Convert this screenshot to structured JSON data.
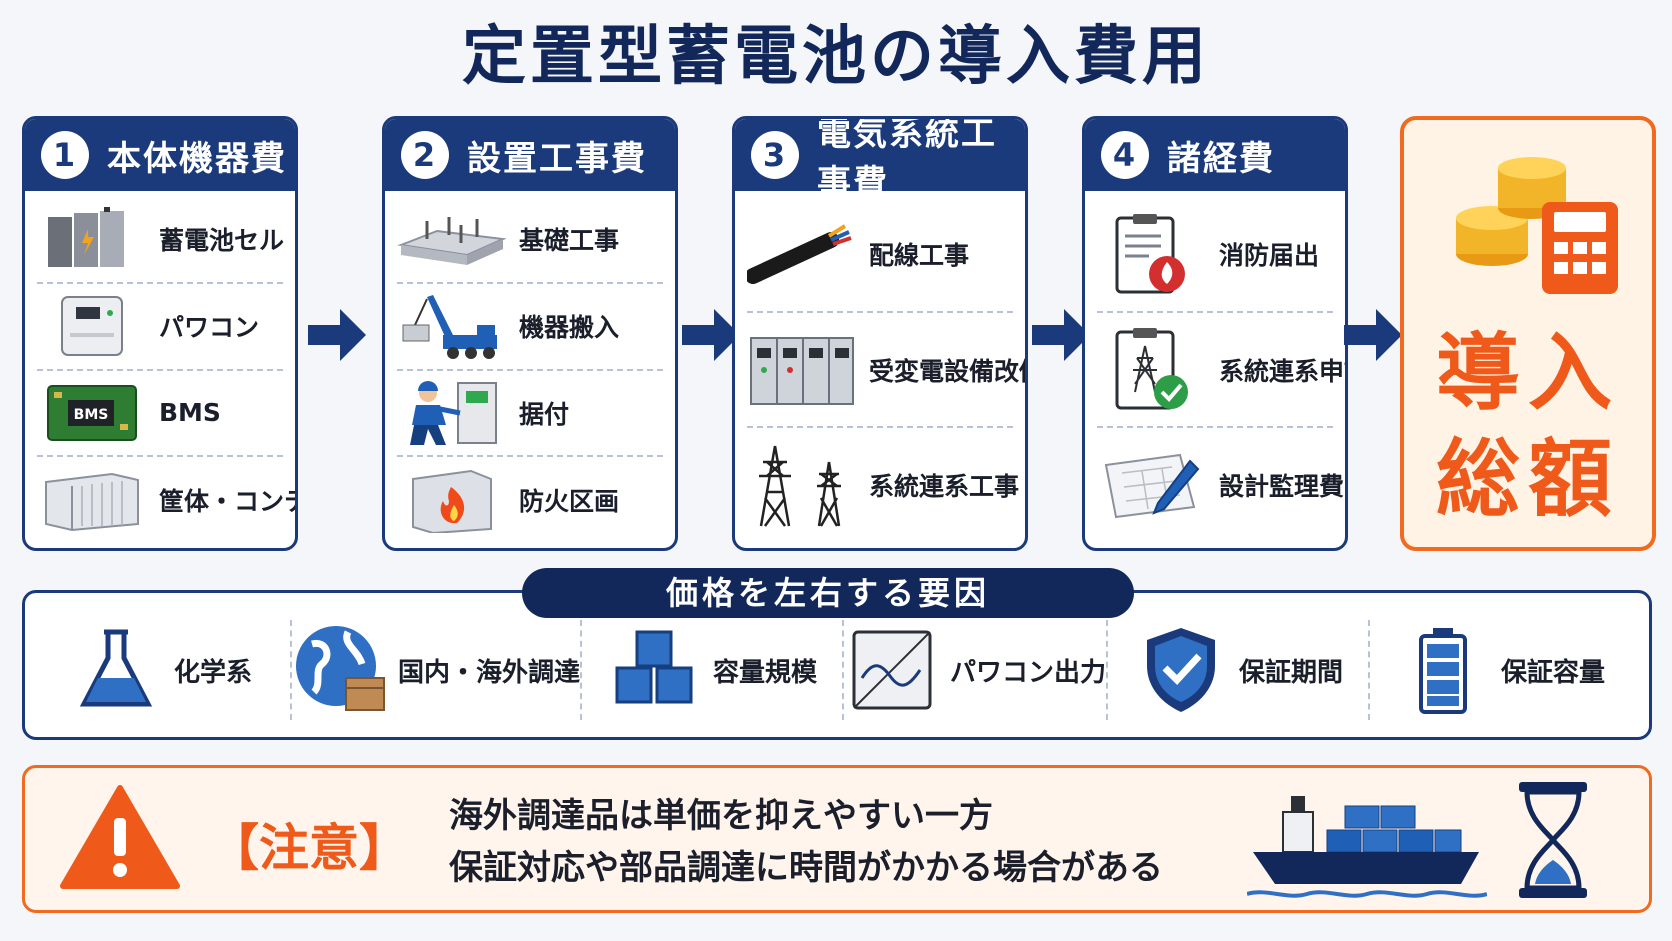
{
  "title": "定置型蓄電池の導入費用",
  "categories": [
    {
      "number": "1",
      "heading": "本体機器費",
      "items": [
        "蓄電池セル",
        "パワコン",
        "BMS",
        "筐体・コンテナ"
      ]
    },
    {
      "number": "2",
      "heading": "設置工事費",
      "items": [
        "基礎工事",
        "機器搬入",
        "据付",
        "防火区画"
      ]
    },
    {
      "number": "3",
      "heading": "電気系統工事費",
      "items": [
        "配線工事",
        "受変電設備改修",
        "系統連系工事"
      ]
    },
    {
      "number": "4",
      "heading": "諸経費",
      "items": [
        "消防届出",
        "系統連系申請",
        "設計監理費"
      ]
    }
  ],
  "total": {
    "line1": "導入",
    "line2": "総額"
  },
  "factors": {
    "heading": "価格を左右する要因",
    "items": [
      "化学系",
      "国内・海外調達",
      "容量規模",
      "パワコン出力",
      "保証期間",
      "保証容量"
    ]
  },
  "note": {
    "title": "【注意】",
    "line1": "海外調達品は単価を抑えやすい一方",
    "line2": "保証対応や部品調達に時間がかかる場合がある"
  },
  "colors": {
    "navy": "#1a3a7c",
    "orange": "#f06a1f",
    "accent_blue": "#2f6fc4"
  },
  "icon_text": {
    "bms_chip": "BMS"
  }
}
